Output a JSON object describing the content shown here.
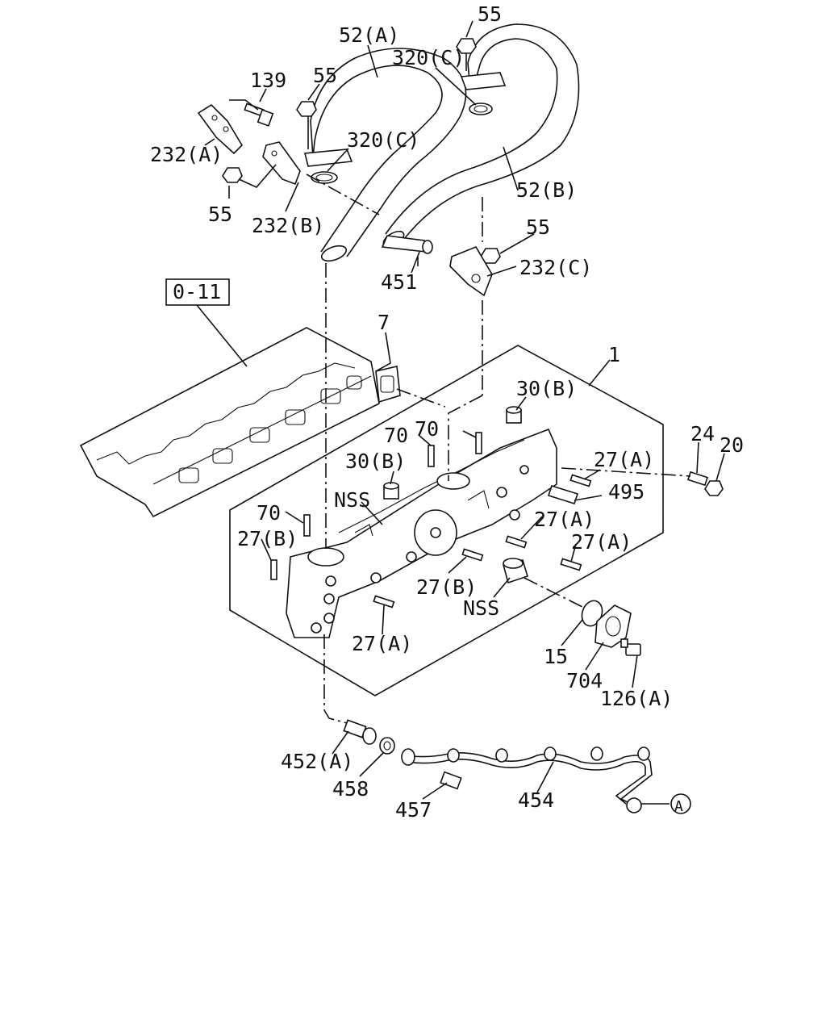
{
  "labels": {
    "l52a": "52(A)",
    "l55_top": "55",
    "l320c_top": "320(C)",
    "l139": "139",
    "l55_a": "55",
    "l320c_mid": "320(C)",
    "l232a": "232(A)",
    "l55_b": "55",
    "l232b": "232(B)",
    "l52b": "52(B)",
    "l55_c": "55",
    "l232c": "232(C)",
    "l451": "451",
    "l011": "0-11",
    "l7": "7",
    "l1": "1",
    "l30b_r": "30(B)",
    "l70_a": "70",
    "l70_b": "70",
    "l30b_l": "30(B)",
    "l24": "24",
    "l20": "20",
    "l27a_1": "27(A)",
    "l495": "495",
    "lnss_top": "NSS",
    "l70_c": "70",
    "l27a_2": "27(A)",
    "l27b_l": "27(B)",
    "l27a_3": "27(A)",
    "l27b_m": "27(B)",
    "lnss_bot": "NSS",
    "l27a_4": "27(A)",
    "l15": "15",
    "l704": "704",
    "l126a": "126(A)",
    "l452a": "452(A)",
    "l458": "458",
    "l457": "457",
    "l454": "454",
    "lA": "A"
  }
}
